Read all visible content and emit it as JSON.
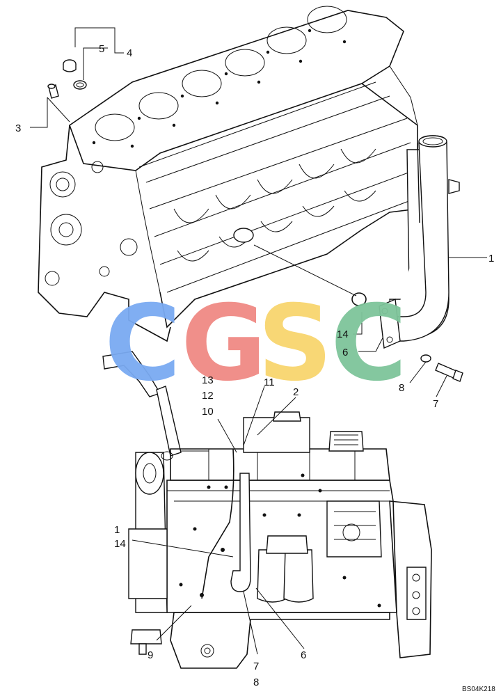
{
  "drawing_code": "BS04K218",
  "watermark": {
    "letters": [
      "C",
      "G",
      "S",
      "C"
    ],
    "colors": [
      "#7aaaf2",
      "#f08a84",
      "#f8d56e",
      "#7ec59a"
    ]
  },
  "callouts": {
    "top": [
      "1",
      "3",
      "4",
      "5",
      "6",
      "7",
      "8",
      "14"
    ],
    "bottom": [
      "1",
      "2",
      "6",
      "7",
      "8",
      "9",
      "10",
      "11",
      "12",
      "13",
      "14"
    ]
  },
  "icons": [
    "engine-block-drawing",
    "oil-return-tube-drawing",
    "engine-assembly-drawing"
  ]
}
